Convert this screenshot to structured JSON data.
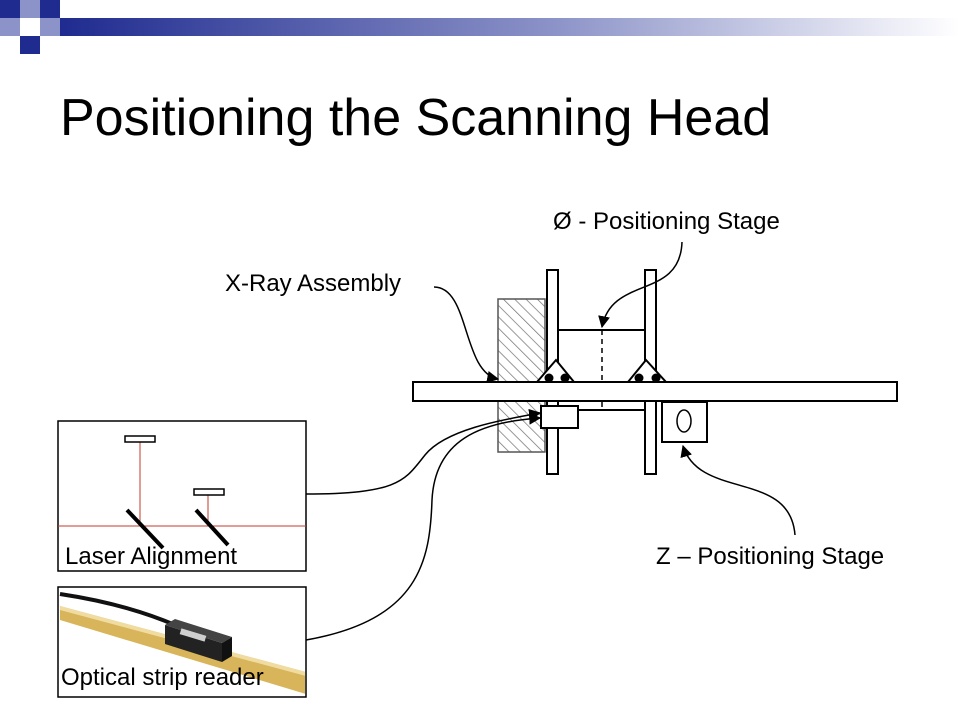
{
  "slide": {
    "title": "Positioning the Scanning Head"
  },
  "labels": {
    "theta_stage": "Ø - Positioning Stage",
    "xray_assembly": "X-Ray Assembly",
    "laser_alignment": "Laser Alignment",
    "z_stage": "Z – Positioning Stage",
    "optical_reader": "Optical strip reader"
  },
  "colors": {
    "laser_line": "#c0392b",
    "title_bar_dark": "#1f2b8f",
    "strip_gold": "#d8b45a"
  }
}
